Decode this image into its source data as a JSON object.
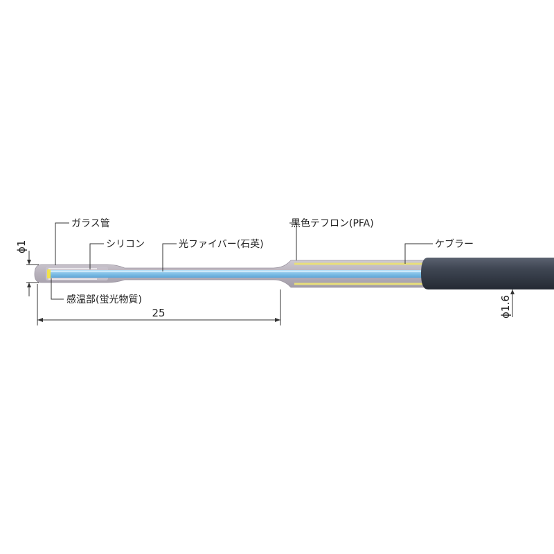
{
  "labels": {
    "glass_tube": "ガラス管",
    "silicone": "シリコン",
    "optical_fiber": "光ファイバー(石英)",
    "black_teflon": "黒色テフロン(PFA)",
    "kevlar": "ケブラー",
    "sensing_part": "感温部(蛍光物質)"
  },
  "dimensions": {
    "length": "25",
    "tip_diameter": "ϕ1",
    "cable_diameter": "ϕ1.6"
  },
  "colors": {
    "outer_sheath": "#b9b3bd",
    "fiber": "#8ec8ea",
    "kevlar_yellow": "#e8df7a",
    "cable_dark": "#3c4350",
    "sensor_tip": "#f2e24a"
  }
}
